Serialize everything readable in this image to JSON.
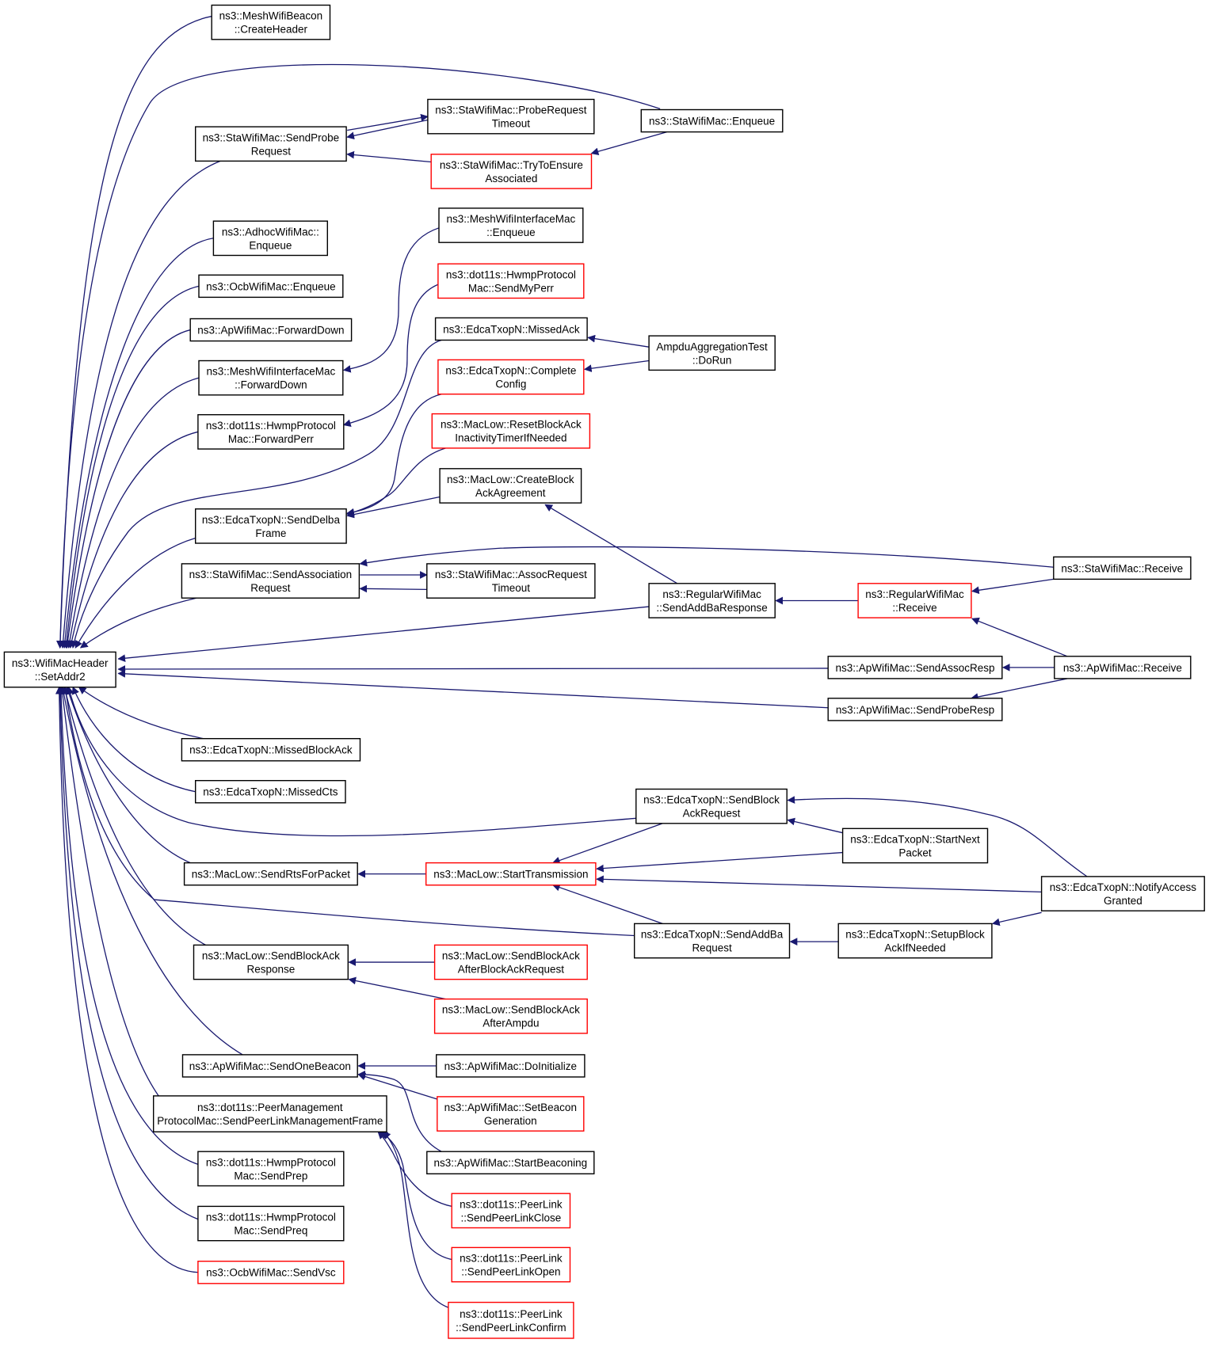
{
  "colors": {
    "edge": "#191970",
    "box_border": "#000000",
    "box_border_highlight": "#ff0000",
    "root_fill": "#bfbfbf"
  },
  "nodes": [
    {
      "id": "root",
      "lines": [
        "ns3::WifiMacHeader",
        "::SetAddr2"
      ],
      "style": "root"
    },
    {
      "id": "mwb_create",
      "lines": [
        "ns3::MeshWifiBeacon",
        "::CreateHeader"
      ],
      "style": "normal"
    },
    {
      "id": "sta_sendprobe",
      "lines": [
        "ns3::StaWifiMac::SendProbe",
        "Request"
      ],
      "style": "normal"
    },
    {
      "id": "sta_probetimeout",
      "lines": [
        "ns3::StaWifiMac::ProbeRequest",
        "Timeout"
      ],
      "style": "normal"
    },
    {
      "id": "sta_trytoensure",
      "lines": [
        "ns3::StaWifiMac::TryToEnsure",
        "Associated"
      ],
      "style": "red"
    },
    {
      "id": "sta_enqueue",
      "lines": [
        "ns3::StaWifiMac::Enqueue"
      ],
      "style": "normal"
    },
    {
      "id": "adhoc_enqueue",
      "lines": [
        "ns3::AdhocWifiMac::",
        "Enqueue"
      ],
      "style": "normal"
    },
    {
      "id": "mwim_enqueue",
      "lines": [
        "ns3::MeshWifiInterfaceMac",
        "::Enqueue"
      ],
      "style": "normal"
    },
    {
      "id": "ocb_enqueue",
      "lines": [
        "ns3::OcbWifiMac::Enqueue"
      ],
      "style": "normal"
    },
    {
      "id": "hwmp_sendmyperr",
      "lines": [
        "ns3::dot11s::HwmpProtocol",
        "Mac::SendMyPerr"
      ],
      "style": "red"
    },
    {
      "id": "ap_forwarddown",
      "lines": [
        "ns3::ApWifiMac::ForwardDown"
      ],
      "style": "normal"
    },
    {
      "id": "edca_missedack",
      "lines": [
        "ns3::EdcaTxopN::MissedAck"
      ],
      "style": "normal"
    },
    {
      "id": "ampdu_dorun",
      "lines": [
        "AmpduAggregationTest",
        "::DoRun"
      ],
      "style": "normal"
    },
    {
      "id": "mwim_forwarddown",
      "lines": [
        "ns3::MeshWifiInterfaceMac",
        "::ForwardDown"
      ],
      "style": "normal"
    },
    {
      "id": "edca_completeconfig",
      "lines": [
        "ns3::EdcaTxopN::Complete",
        "Config"
      ],
      "style": "red"
    },
    {
      "id": "hwmp_forwardperr",
      "lines": [
        "ns3::dot11s::HwmpProtocol",
        "Mac::ForwardPerr"
      ],
      "style": "normal"
    },
    {
      "id": "maclow_resetba",
      "lines": [
        "ns3::MacLow::ResetBlockAck",
        "InactivityTimerIfNeeded"
      ],
      "style": "red"
    },
    {
      "id": "maclow_createba",
      "lines": [
        "ns3::MacLow::CreateBlock",
        "AckAgreement"
      ],
      "style": "normal"
    },
    {
      "id": "edca_senddelba",
      "lines": [
        "ns3::EdcaTxopN::SendDelba",
        "Frame"
      ],
      "style": "normal"
    },
    {
      "id": "sta_sendassoc",
      "lines": [
        "ns3::StaWifiMac::SendAssociation",
        "Request"
      ],
      "style": "normal"
    },
    {
      "id": "sta_assoctimeout",
      "lines": [
        "ns3::StaWifiMac::AssocRequest",
        "Timeout"
      ],
      "style": "normal"
    },
    {
      "id": "sta_receive",
      "lines": [
        "ns3::StaWifiMac::Receive"
      ],
      "style": "normal"
    },
    {
      "id": "reg_sendaddbaresp",
      "lines": [
        "ns3::RegularWifiMac",
        "::SendAddBaResponse"
      ],
      "style": "normal"
    },
    {
      "id": "reg_receive",
      "lines": [
        "ns3::RegularWifiMac",
        "::Receive"
      ],
      "style": "red"
    },
    {
      "id": "ap_sendassocresp",
      "lines": [
        "ns3::ApWifiMac::SendAssocResp"
      ],
      "style": "normal"
    },
    {
      "id": "ap_receive",
      "lines": [
        "ns3::ApWifiMac::Receive"
      ],
      "style": "normal"
    },
    {
      "id": "ap_sendproberesp",
      "lines": [
        "ns3::ApWifiMac::SendProbeResp"
      ],
      "style": "normal"
    },
    {
      "id": "edca_missedblockack",
      "lines": [
        "ns3::EdcaTxopN::MissedBlockAck"
      ],
      "style": "normal"
    },
    {
      "id": "edca_missedcts",
      "lines": [
        "ns3::EdcaTxopN::MissedCts"
      ],
      "style": "normal"
    },
    {
      "id": "edca_sendbar",
      "lines": [
        "ns3::EdcaTxopN::SendBlock",
        "AckRequest"
      ],
      "style": "normal"
    },
    {
      "id": "edca_startnext",
      "lines": [
        "ns3::EdcaTxopN::StartNext",
        "Packet"
      ],
      "style": "normal"
    },
    {
      "id": "maclow_sendrts",
      "lines": [
        "ns3::MacLow::SendRtsForPacket"
      ],
      "style": "normal"
    },
    {
      "id": "maclow_starttx",
      "lines": [
        "ns3::MacLow::StartTransmission"
      ],
      "style": "red"
    },
    {
      "id": "edca_notify",
      "lines": [
        "ns3::EdcaTxopN::NotifyAccess",
        "Granted"
      ],
      "style": "normal"
    },
    {
      "id": "edca_sendaddba",
      "lines": [
        "ns3::EdcaTxopN::SendAddBa",
        "Request"
      ],
      "style": "normal"
    },
    {
      "id": "edca_setupba",
      "lines": [
        "ns3::EdcaTxopN::SetupBlock",
        "AckIfNeeded"
      ],
      "style": "normal"
    },
    {
      "id": "maclow_sendbaresp",
      "lines": [
        "ns3::MacLow::SendBlockAck",
        "Response"
      ],
      "style": "normal"
    },
    {
      "id": "maclow_sendba_afterbar",
      "lines": [
        "ns3::MacLow::SendBlockAck",
        "AfterBlockAckRequest"
      ],
      "style": "red"
    },
    {
      "id": "maclow_sendba_afterampdu",
      "lines": [
        "ns3::MacLow::SendBlockAck",
        "AfterAmpdu"
      ],
      "style": "red"
    },
    {
      "id": "ap_sendonebeacon",
      "lines": [
        "ns3::ApWifiMac::SendOneBeacon"
      ],
      "style": "normal"
    },
    {
      "id": "ap_doinit",
      "lines": [
        "ns3::ApWifiMac::DoInitialize"
      ],
      "style": "normal"
    },
    {
      "id": "pmp_sendplmf",
      "lines": [
        "ns3::dot11s::PeerManagement",
        "ProtocolMac::SendPeerLinkManagementFrame"
      ],
      "style": "normal"
    },
    {
      "id": "ap_setbeacongen",
      "lines": [
        "ns3::ApWifiMac::SetBeacon",
        "Generation"
      ],
      "style": "red"
    },
    {
      "id": "ap_startbeaconing",
      "lines": [
        "ns3::ApWifiMac::StartBeaconing"
      ],
      "style": "normal"
    },
    {
      "id": "hwmp_sendprep",
      "lines": [
        "ns3::dot11s::HwmpProtocol",
        "Mac::SendPrep"
      ],
      "style": "normal"
    },
    {
      "id": "pl_sendclose",
      "lines": [
        "ns3::dot11s::PeerLink",
        "::SendPeerLinkClose"
      ],
      "style": "red"
    },
    {
      "id": "hwmp_sendpreq",
      "lines": [
        "ns3::dot11s::HwmpProtocol",
        "Mac::SendPreq"
      ],
      "style": "normal"
    },
    {
      "id": "pl_sendopen",
      "lines": [
        "ns3::dot11s::PeerLink",
        "::SendPeerLinkOpen"
      ],
      "style": "red"
    },
    {
      "id": "ocb_sendvsc",
      "lines": [
        "ns3::OcbWifiMac::SendVsc"
      ],
      "style": "red"
    },
    {
      "id": "pl_sendconfirm",
      "lines": [
        "ns3::dot11s::PeerLink",
        "::SendPeerLinkConfirm"
      ],
      "style": "red"
    }
  ]
}
